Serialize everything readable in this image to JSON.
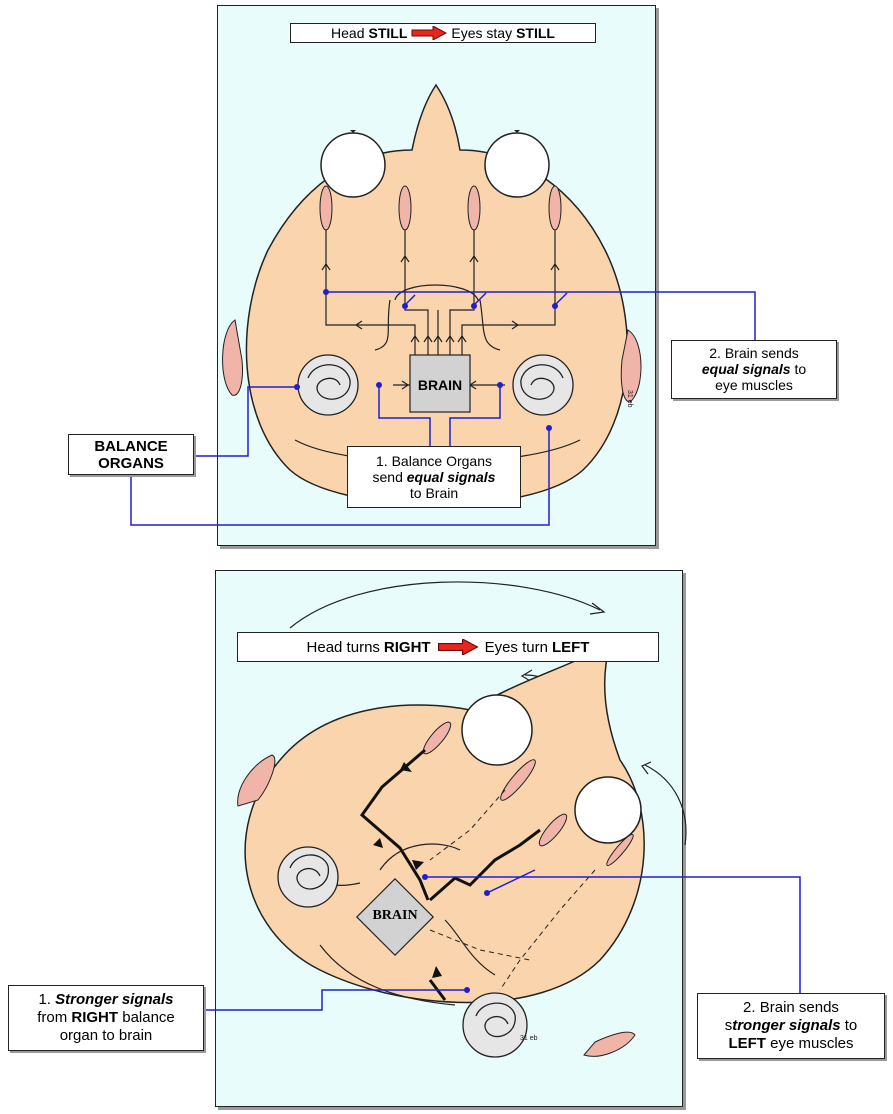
{
  "top": {
    "title": {
      "pre": "Head ",
      "strong1": "STILL",
      "post": "Eyes stay ",
      "strong2": "STILL"
    },
    "brain_label": "BRAIN",
    "callout_brain": {
      "line1": "2. Brain sends",
      "emph": "equal signals",
      "line2": " to",
      "line3": "eye muscles"
    },
    "callout_balance": {
      "line1": "1. Balance Organs",
      "pre": "send ",
      "emph": "equal signals",
      "line3": "to Brain"
    },
    "balance_organs": {
      "line1": "BALANCE",
      "line2": "ORGANS"
    }
  },
  "bottom": {
    "title": {
      "pre": "Head turns ",
      "strong1": "RIGHT",
      "post": "Eyes turn ",
      "strong2": "LEFT"
    },
    "brain_label": "BRAIN",
    "callout_right": {
      "line1": "2. Brain sends",
      "pre": "s",
      "emph": "tronger signals",
      "post": " to",
      "strong": "LEFT",
      "line3": " eye muscles"
    },
    "callout_left": {
      "pre": "1. ",
      "emph": "Stronger signals",
      "line2pre": "from ",
      "strong": "RIGHT",
      "line2post": " balance",
      "line3": "organ to brain"
    }
  },
  "colors": {
    "skin": "#f9d4ad",
    "ear": "#f0b4a8",
    "panel": "#e8fcfc",
    "leader": "#1f1fd0",
    "arrow": "#e8261e"
  }
}
